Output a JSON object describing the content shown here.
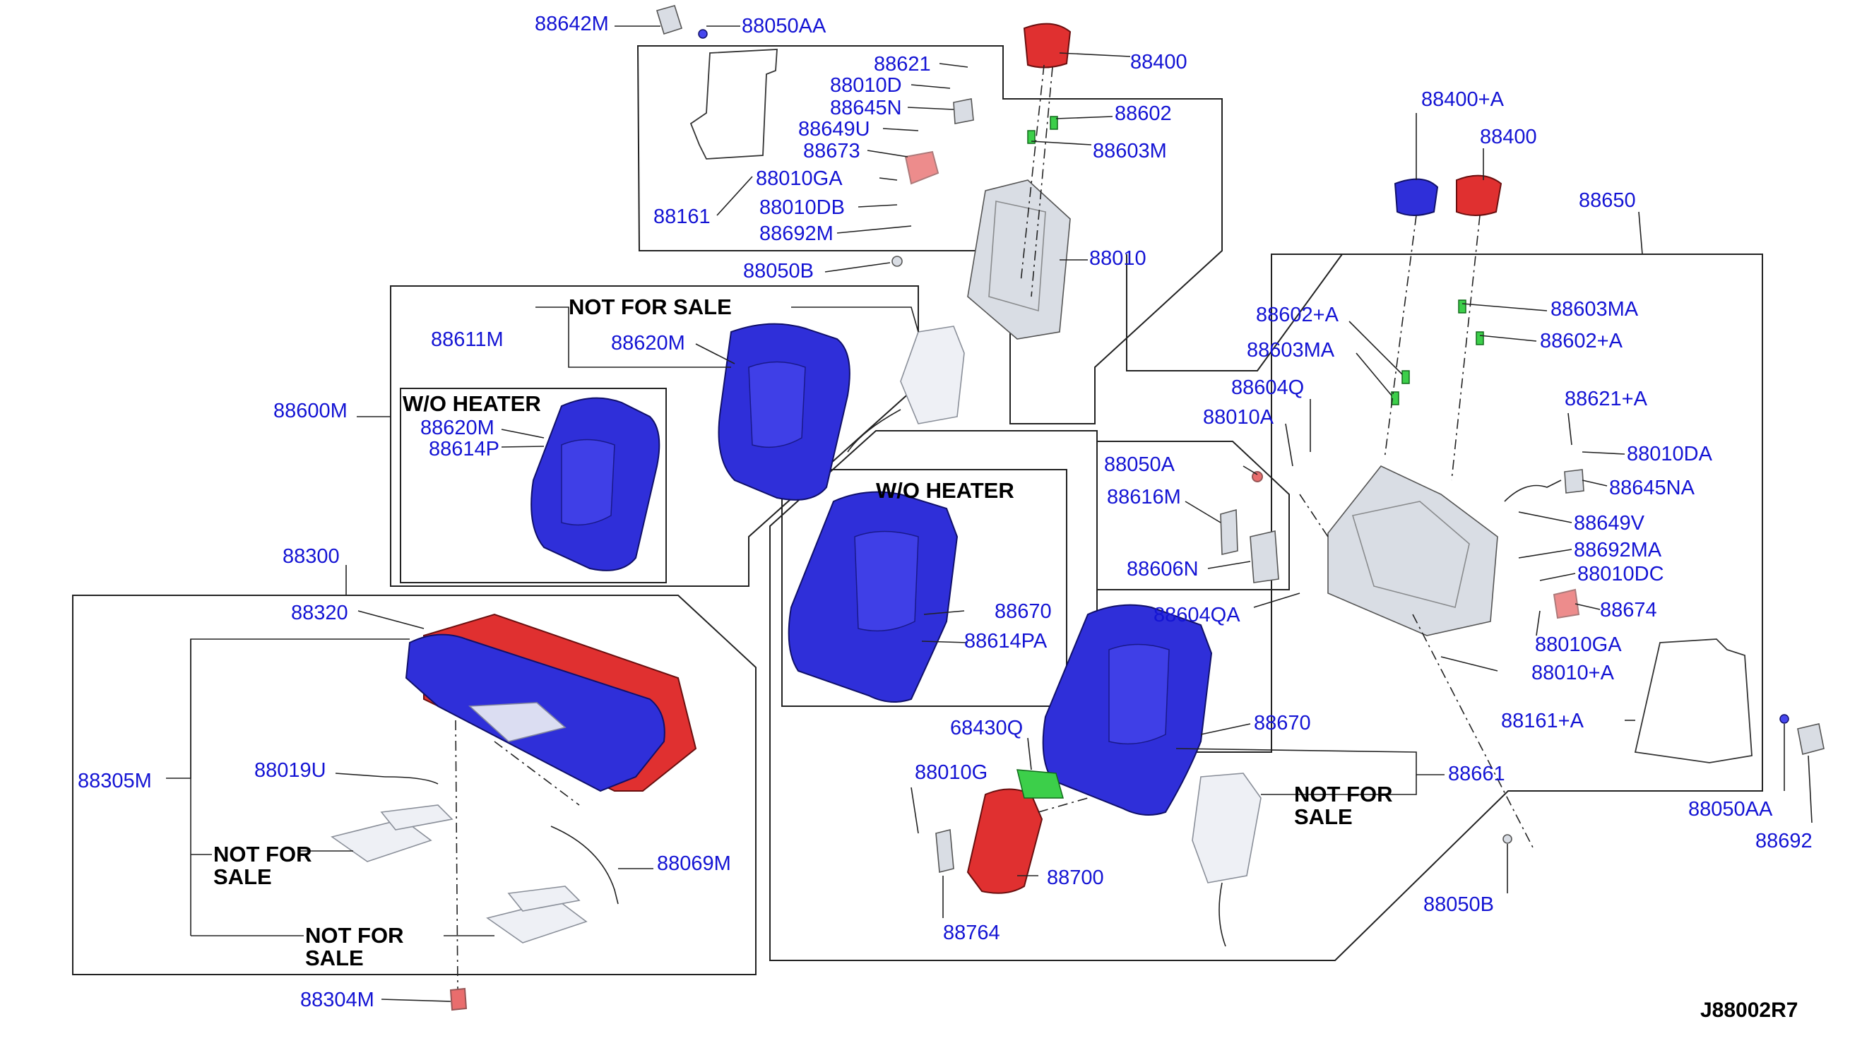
{
  "diagram_id": "J88002R7",
  "colors": {
    "label": "#1414d4",
    "seat_cushion": "#2f2fd9",
    "trim_red": "#e03030",
    "clip_green": "#3ccf4a",
    "frame_grey": "#d9dde4"
  },
  "notes": {
    "not_for_sale_line1": "NOT FOR",
    "not_for_sale_line2": "SALE",
    "not_for_sale_single": "NOT FOR SALE",
    "wo_heater": "W/O HEATER"
  },
  "labels": {
    "p88642M": "88642M",
    "p88050AA_top": "88050AA",
    "p88621": "88621",
    "p88400_top": "88400",
    "p88010D": "88010D",
    "p88645N": "88645N",
    "p88602": "88602",
    "p88649U": "88649U",
    "p88603M": "88603M",
    "p88673": "88673",
    "p88010GA_left": "88010GA",
    "p88010DB": "88010DB",
    "p88161": "88161",
    "p88692M": "88692M",
    "p88010": "88010",
    "p88050B_left": "88050B",
    "p88611M": "88611M",
    "p88620M_top": "88620M",
    "p88600M": "88600M",
    "p88620M_inner": "88620M",
    "p88614P": "88614P",
    "p88300": "88300",
    "p88320": "88320",
    "p88305M": "88305M",
    "p88019U": "88019U",
    "p88069M": "88069M",
    "p88304M": "88304M",
    "p88400A": "88400+A",
    "p88400_right": "88400",
    "p88650": "88650",
    "p88602A_left": "88602+A",
    "p88603MA_right": "88603MA",
    "p88603MA_left": "88603MA",
    "p88602A_right": "88602+A",
    "p88604Q": "88604Q",
    "p88621A": "88621+A",
    "p88010A": "88010A",
    "p88010DA": "88010DA",
    "p88050A": "88050A",
    "p88645NA": "88645NA",
    "p88616M": "88616M",
    "p88649V": "88649V",
    "p88692MA": "88692MA",
    "p88606N": "88606N",
    "p88010DC": "88010DC",
    "p88604QA": "88604QA",
    "p88674": "88674",
    "p88010GA_right": "88010GA",
    "p88010A_plus": "88010+A",
    "p88161A": "88161+A",
    "p88050AA_right": "88050AA",
    "p88692": "88692",
    "p88670_inner": "88670",
    "p88614PA": "88614PA",
    "p68430Q": "68430Q",
    "p88670_outer": "88670",
    "p88010G": "88010G",
    "p88661": "88661",
    "p88700": "88700",
    "p88764": "88764",
    "p88050B_right": "88050B"
  }
}
